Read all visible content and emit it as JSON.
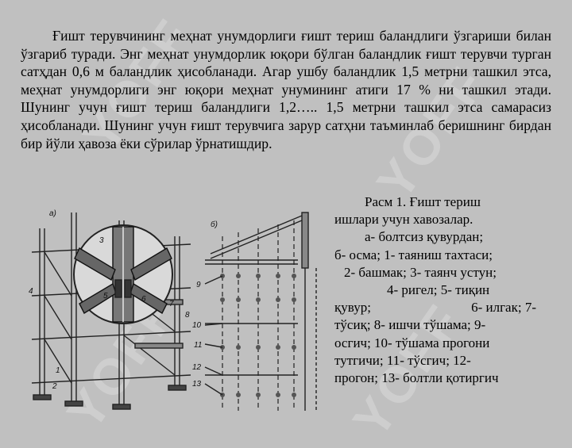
{
  "watermark": "YOFF",
  "body": {
    "paragraph": "Ғишт терувчининг меҳнат унумдорлиги ғишт териш баландлиги ўзгариши билан ўзгариб туради. Энг меҳнат унумдорлик юқори бўлган баландлик ғишт терувчи турган сатҳдан 0,6 м баландлик ҳисобланади. Агар ушбу баландлик 1,5 метрни ташкил этса, меҳнат унумдорлиги энг юқори меҳнат унумининг атиги 17 % ни ташкил этади. Шунинг учун ғишт териш баландлиги 1,2….. 1,5 метрни ташкил этса самарасиз ҳисобланади. Шунинг учун ғишт терувчига зарур сатҳни таъминлаб беришнинг бирдан бир йўли ҳавоза ёки сўрилар ўрнатишдир."
  },
  "figure": {
    "panel_a": "а)",
    "panel_b": "б)",
    "labels_a": [
      "1",
      "2",
      "3",
      "4",
      "5",
      "6",
      "7",
      "8"
    ],
    "labels_b": [
      "9",
      "10",
      "11",
      "12",
      "13"
    ]
  },
  "caption": {
    "l1": "Расм 1. Ғишт териш",
    "l2": "ишлари учун хавозалар.",
    "l3": "а- болтсиз қувурдан;",
    "l4": "б- осма; 1- таяниш тахтаси;",
    "l5": "2- башмак; 3- таянч устун;",
    "l6": "4- ригел; 5- тиқин",
    "l7a": "қувур;",
    "l7b": "6- илгак; 7-",
    "l8": "тўсиқ; 8- ишчи тўшама; 9-",
    "l9": "осгич; 10- тўшама прогони",
    "l10": "тутгичи; 11- тўсгич; 12-",
    "l11": "прогон; 13- болтли қотиргич"
  }
}
